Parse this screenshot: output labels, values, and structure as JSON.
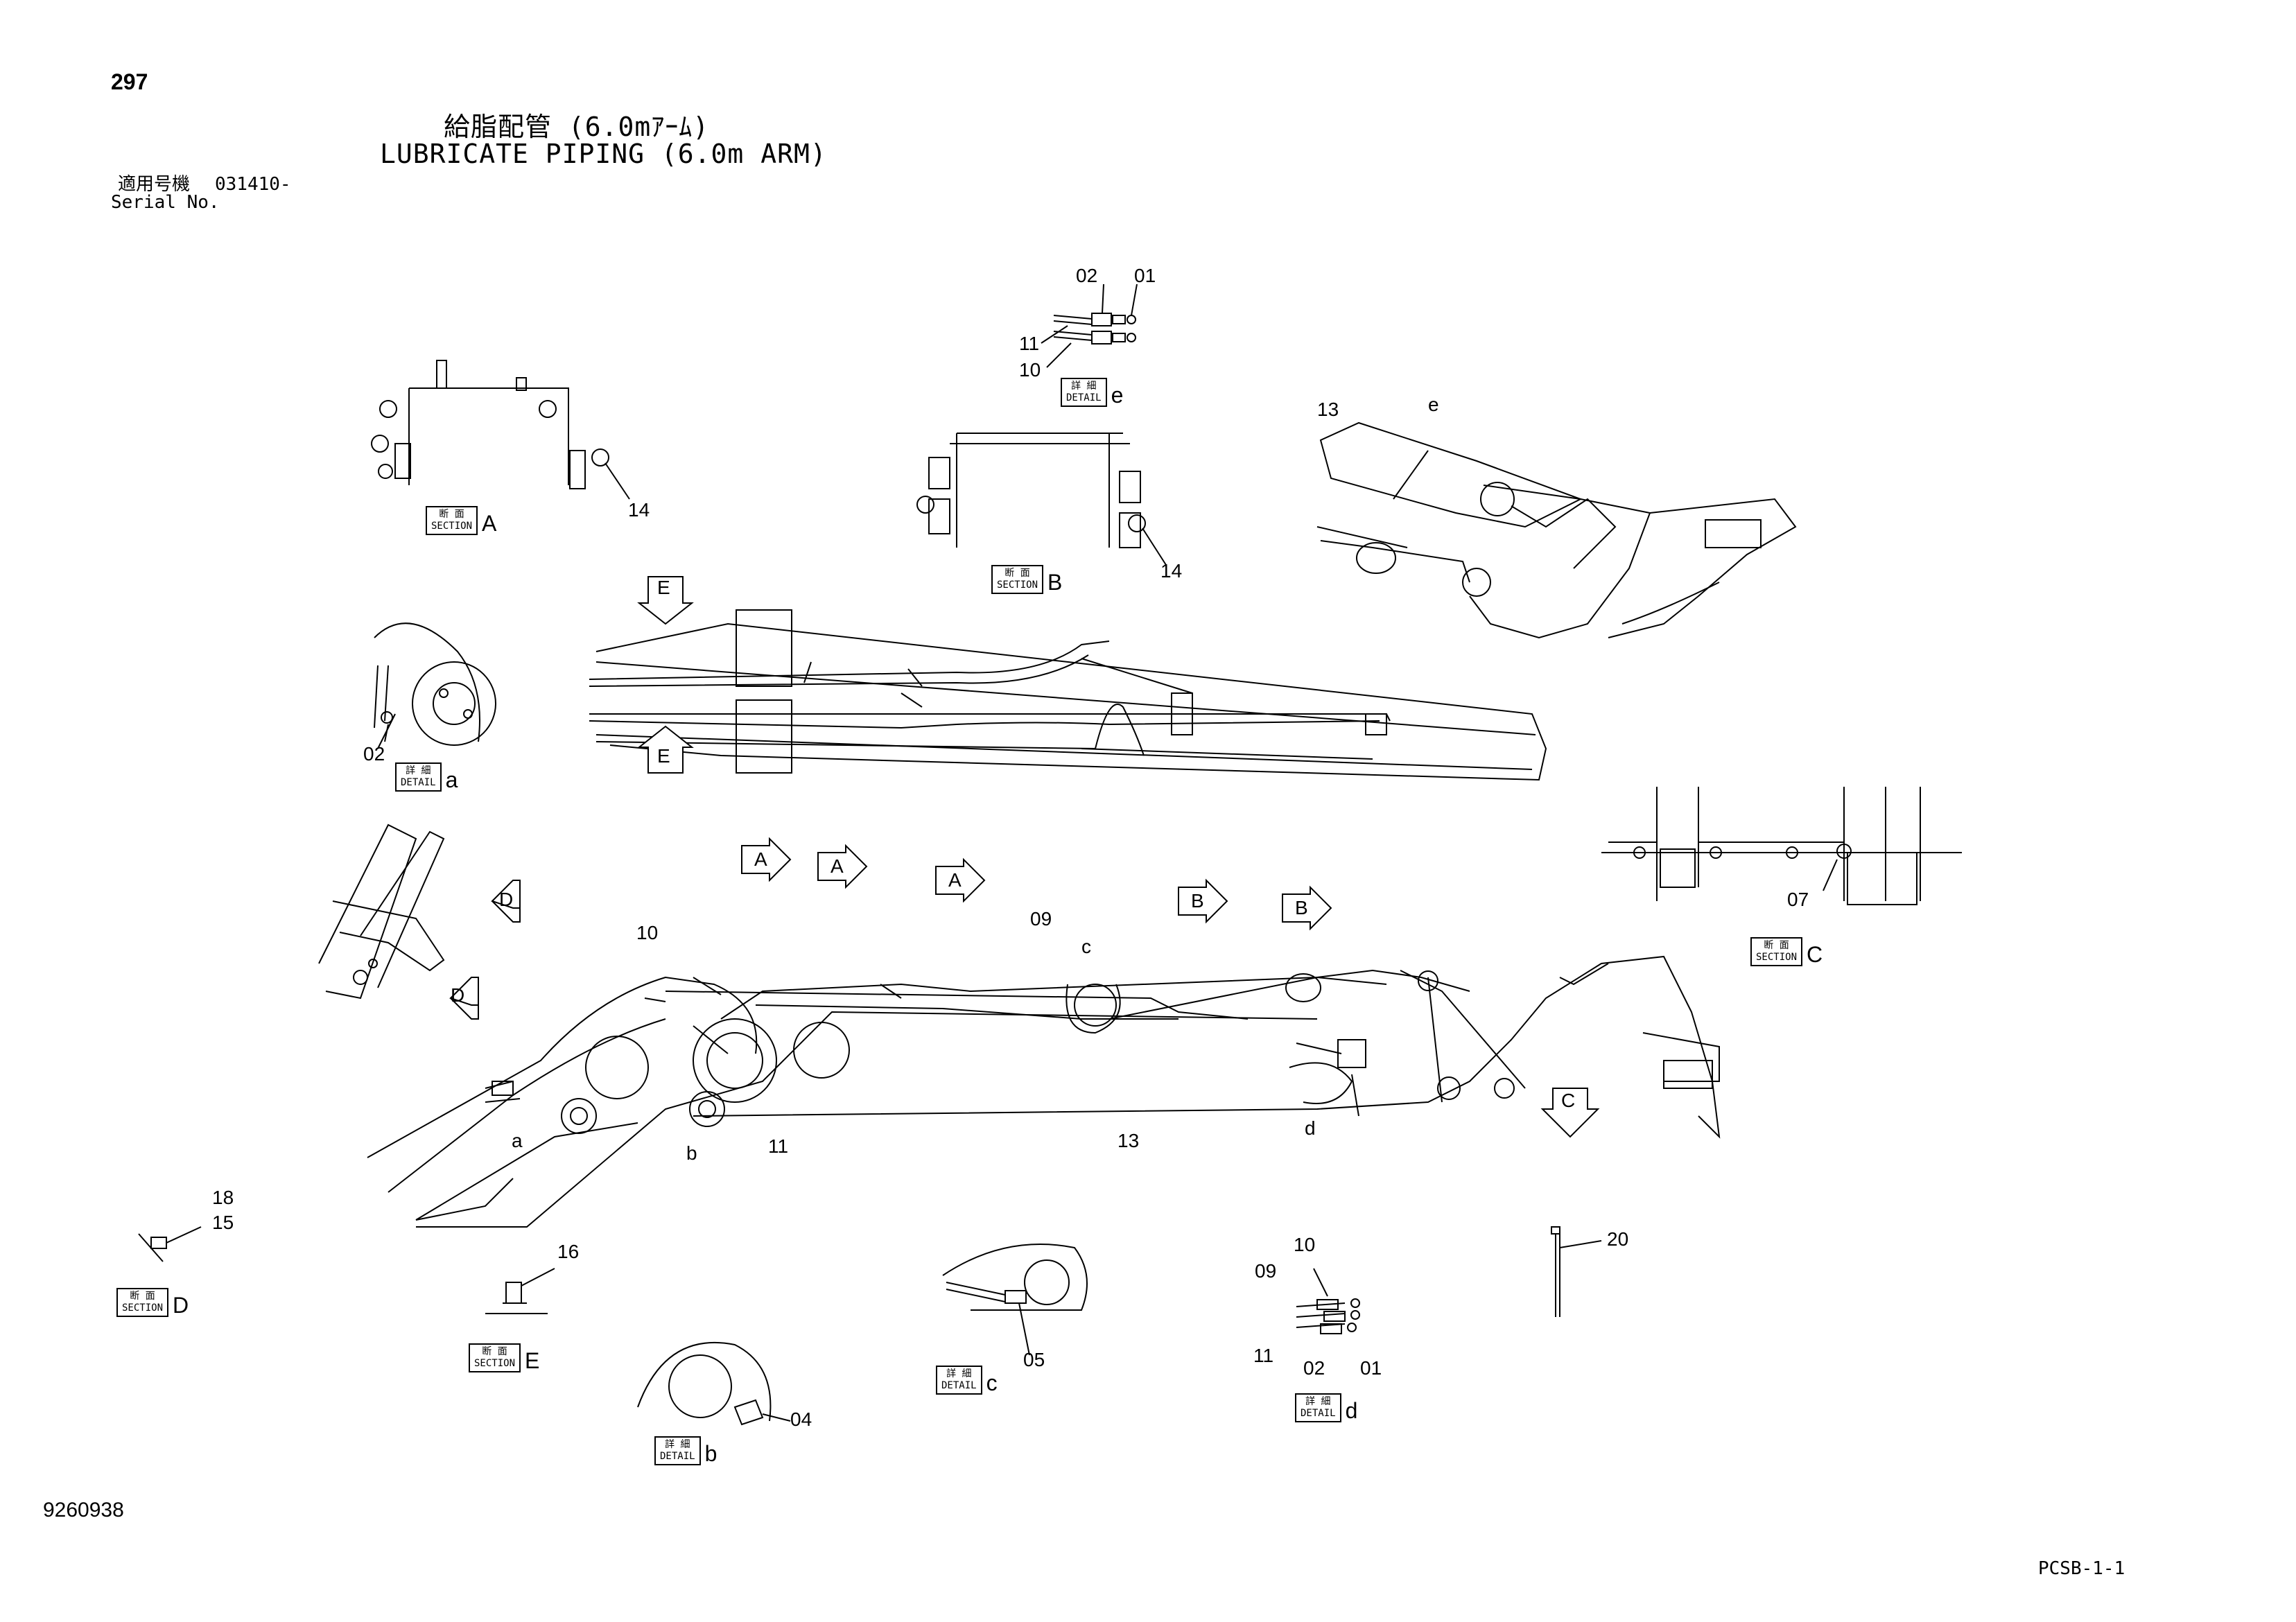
{
  "header": {
    "page_number": "297",
    "title_jp": "給脂配管 (6.0mｱｰﾑ)",
    "title_en": "LUBRICATE PIPING (6.0m ARM)",
    "serial_label_jp": "適用号機",
    "serial_value": "031410-",
    "serial_label_en": "Serial No."
  },
  "footer": {
    "document_number": "9260938",
    "sheet_code": "PCSB-1-1"
  },
  "view_tags": {
    "section_a": {
      "jp": "断 面",
      "en": "SECTION",
      "letter": "A"
    },
    "section_b": {
      "jp": "断 面",
      "en": "SECTION",
      "letter": "B"
    },
    "section_c": {
      "jp": "断 面",
      "en": "SECTION",
      "letter": "C"
    },
    "section_d": {
      "jp": "断 面",
      "en": "SECTION",
      "letter": "D"
    },
    "section_e": {
      "jp": "断 面",
      "en": "SECTION",
      "letter": "E"
    },
    "detail_a": {
      "jp": "詳 細",
      "en": "DETAIL",
      "letter": "a"
    },
    "detail_b": {
      "jp": "詳 細",
      "en": "DETAIL",
      "letter": "b"
    },
    "detail_c": {
      "jp": "詳 細",
      "en": "DETAIL",
      "letter": "c"
    },
    "detail_d": {
      "jp": "詳 細",
      "en": "DETAIL",
      "letter": "d"
    },
    "detail_e": {
      "jp": "詳 細",
      "en": "DETAIL",
      "letter": "e"
    }
  },
  "arrow_labels": {
    "e_top": "E",
    "e_bottom": "E",
    "a1": "A",
    "a2": "A",
    "a3": "A",
    "b1": "B",
    "b2": "B",
    "d1": "D",
    "d2": "D",
    "c1": "C"
  },
  "callouts": {
    "det_e_02": "02",
    "det_e_01": "01",
    "det_e_11": "11",
    "det_e_10": "10",
    "sec_a_14": "14",
    "sec_b_14": "14",
    "arm_13": "13",
    "arm_e": "e",
    "det_a_02": "02",
    "sec_c_07": "07",
    "main_10": "10",
    "main_09": "09",
    "main_c": "c",
    "main_a": "a",
    "main_b": "b",
    "main_11": "11",
    "main_13": "13",
    "main_d": "d",
    "sec_d_18": "18",
    "sec_d_15": "15",
    "sec_e_16": "16",
    "det_c_05": "05",
    "det_b_04": "04",
    "det_d_10": "10",
    "det_d_09": "09",
    "det_d_11": "11",
    "det_d_02": "02",
    "det_d_01": "01",
    "tie_20": "20"
  }
}
